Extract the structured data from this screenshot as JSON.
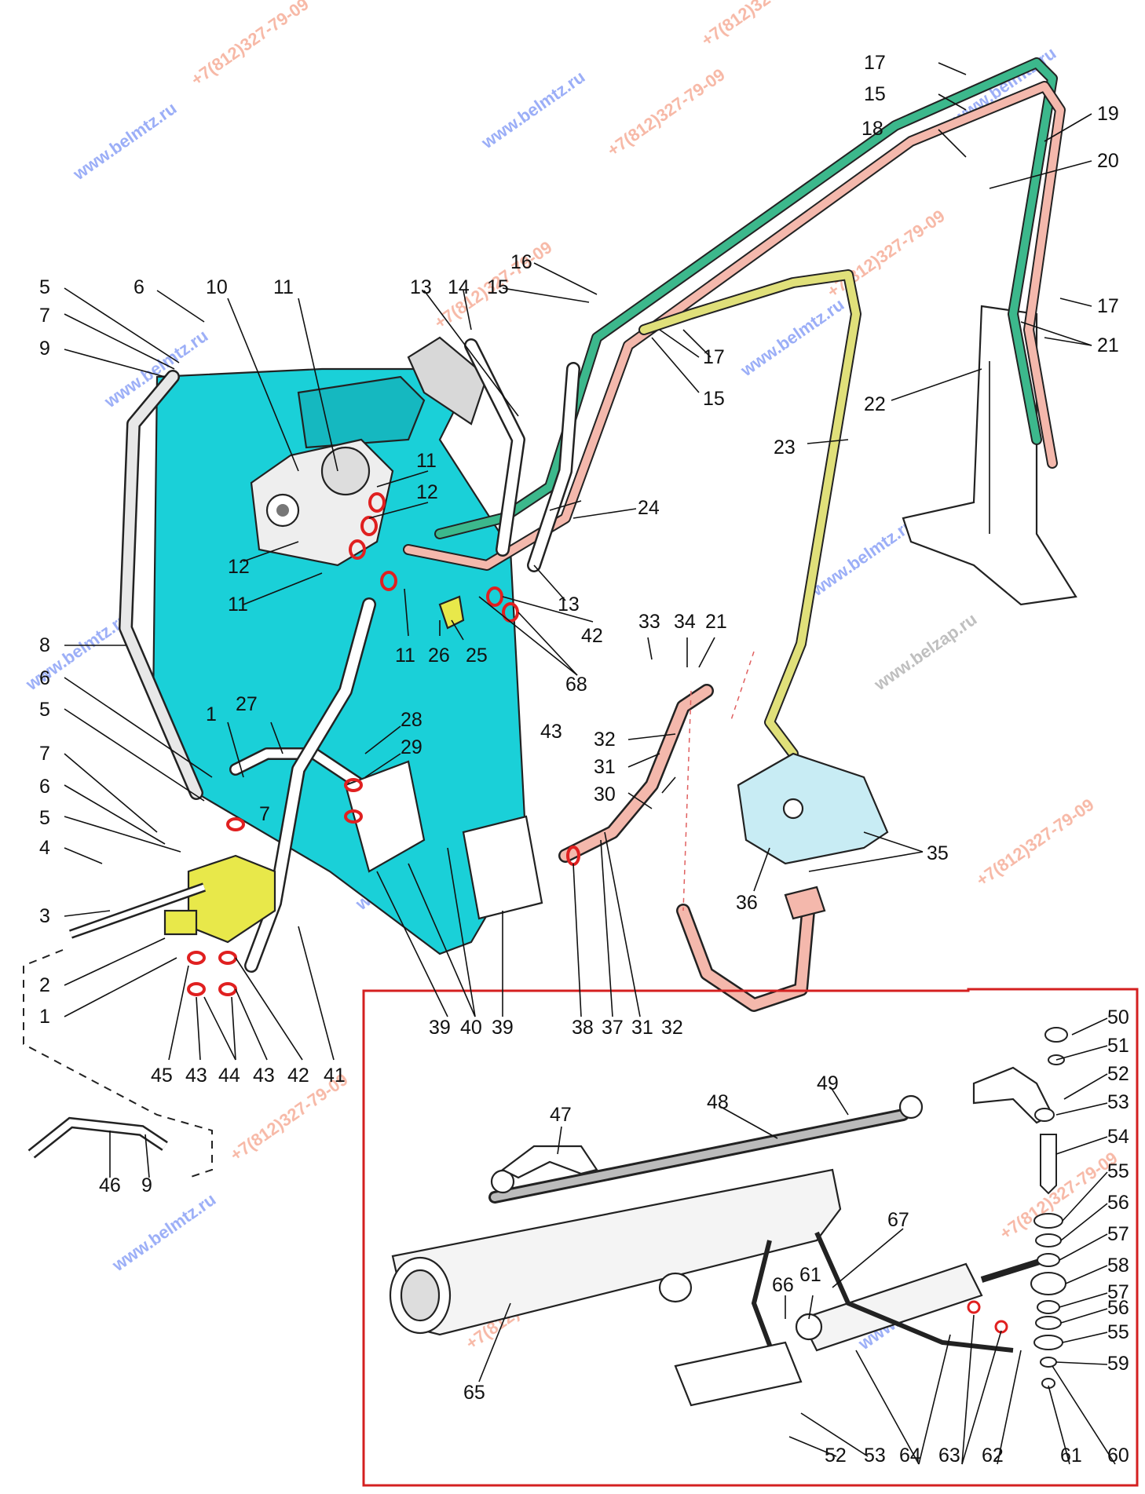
{
  "diagram": {
    "callouts": [
      "1",
      "2",
      "3",
      "4",
      "5",
      "6",
      "7",
      "8",
      "9",
      "10",
      "11",
      "12",
      "13",
      "14",
      "15",
      "16",
      "17",
      "18",
      "19",
      "20",
      "21",
      "22",
      "23",
      "24",
      "25",
      "26",
      "27",
      "28",
      "29",
      "30",
      "31",
      "32",
      "33",
      "34",
      "35",
      "36",
      "37",
      "38",
      "39",
      "40",
      "41",
      "42",
      "43",
      "44",
      "45",
      "46",
      "47",
      "48",
      "49",
      "50",
      "51",
      "52",
      "53",
      "54",
      "55",
      "56",
      "57",
      "58",
      "59",
      "60",
      "61",
      "62",
      "63",
      "64",
      "65",
      "66",
      "67",
      "68"
    ]
  },
  "colors": {
    "tank": "#1ad0d8",
    "valve": "#e8e84a",
    "pressure_line": "#3cb88c",
    "return_line": "#f4b8ac",
    "drain_line": "#e0e07a",
    "pump": "#c8ecf4",
    "seals": "#e02020",
    "inset_frame": "#d42020",
    "watermark_blue": "#4a6cf0",
    "watermark_red": "#f08060"
  },
  "watermarks": {
    "site": "www.belmtz.ru",
    "phone": "+7(812)327-79-09",
    "site2": "www.belzap.ru"
  }
}
